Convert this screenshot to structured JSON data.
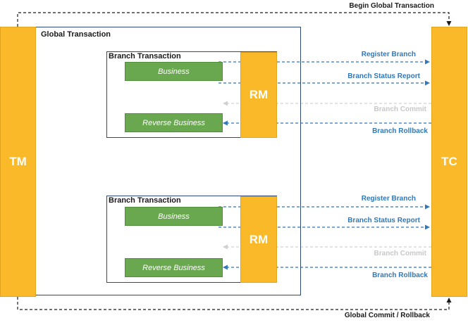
{
  "labels": {
    "begin": "Begin Global Transaction",
    "end": "Global Commit / Rollback",
    "tm": "TM",
    "tc": "TC",
    "global_tx": "Global Transaction"
  },
  "branches": [
    {
      "title": "Branch Transaction",
      "business": "Business",
      "reverse": "Reverse Business",
      "rm": "RM",
      "arrows": [
        "Register Branch",
        "Branch Status Report",
        "Branch Commit",
        "Branch Rollback"
      ]
    },
    {
      "title": "Branch Transaction",
      "business": "Business",
      "reverse": "Reverse Business",
      "rm": "RM",
      "arrows": [
        "Register Branch",
        "Branch Status Report",
        "Branch Commit",
        "Branch Rollback"
      ]
    }
  ],
  "colors": {
    "orange": "#f9b929",
    "green": "#6aa84f",
    "blue_arrow": "#2f78bb",
    "faded_arrow": "#d0d0d0",
    "border": "#2c4a73"
  }
}
